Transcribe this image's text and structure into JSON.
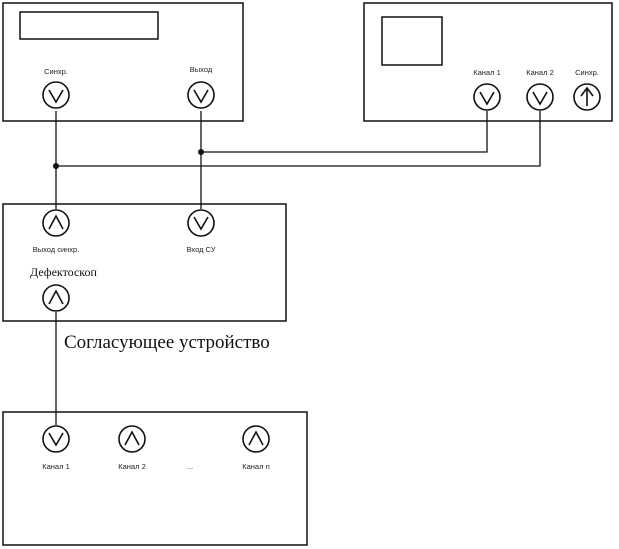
{
  "labels": {
    "gen_sync": "Синхр.",
    "gen_out": "Выход",
    "osc_ch1": "Канал 1",
    "osc_ch2": "Канал 2",
    "osc_sync": "Синхр.",
    "cu_sync_out": "Выход синхр.",
    "cu_in": "Вход СУ",
    "cu_flaw": "Дефектоскоп",
    "cu_title": "Согласующее устройство",
    "probe_ch1": "Канал 1",
    "probe_ch2": "Канал 2",
    "probe_dots": "...",
    "probe_chn": "Канал n"
  }
}
